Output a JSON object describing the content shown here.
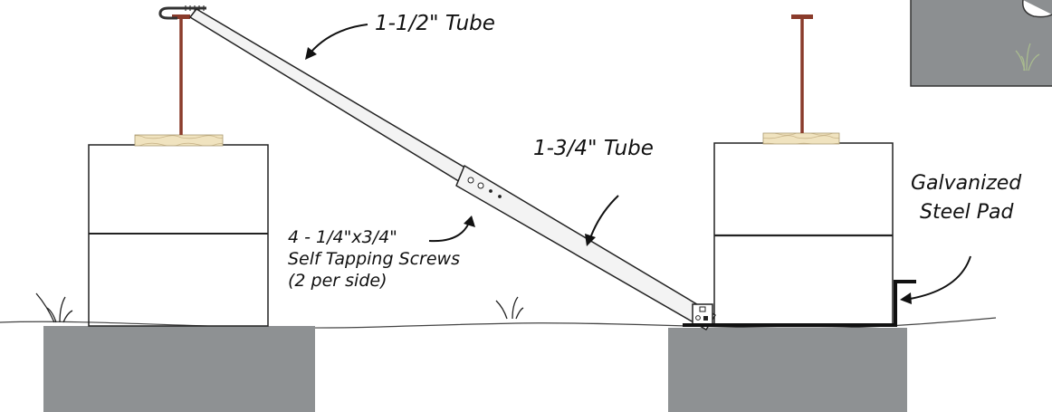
{
  "labels": {
    "small_tube": "1-1/2\" Tube",
    "large_tube": "1-3/4\" Tube",
    "screws_line1": "4 - 1/4\"x3/4\"",
    "screws_line2": "Self Tapping Screws",
    "screws_line3": "(2 per side)",
    "pad_line1": "Galvanized",
    "pad_line2": "Steel Pad"
  },
  "colors": {
    "concrete_base": "#8e9193",
    "pier_fill": "#ffffff",
    "concrete_speckle": "#555555",
    "anchor_rod": "#8a3b2b",
    "wood_shim": "#f0e3bf",
    "tube_fill": "#f3f3f3",
    "steel_pad": "#111111",
    "inset_fill": "#8c8f91",
    "grass": "#a9bb8f"
  },
  "icons": {
    "anchor": "anchor-hook-icon",
    "grass": "grass-tuft-icon"
  }
}
